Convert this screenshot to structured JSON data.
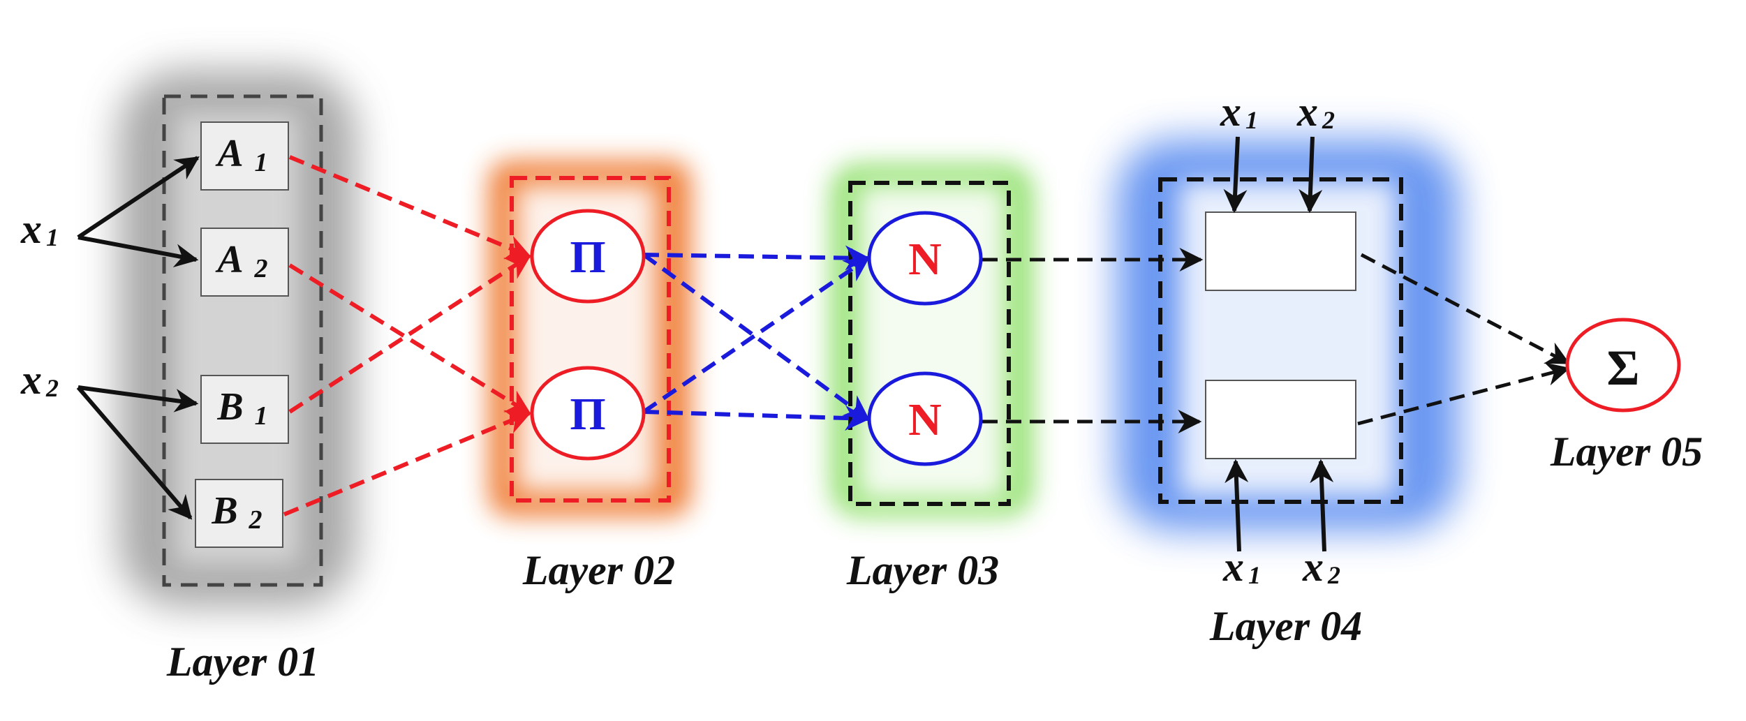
{
  "inputs": {
    "x1": {
      "main": "x",
      "sub": "1"
    },
    "x2": {
      "main": "x",
      "sub": "2"
    }
  },
  "layer1": {
    "label": "Layer 01",
    "nodes": [
      {
        "main": "A",
        "sub": "1"
      },
      {
        "main": "A",
        "sub": "2"
      },
      {
        "main": "B",
        "sub": "1"
      },
      {
        "main": "B",
        "sub": "2"
      }
    ]
  },
  "layer2": {
    "label": "Layer 02",
    "nodes": [
      "Π",
      "Π"
    ]
  },
  "layer3": {
    "label": "Layer 03",
    "nodes": [
      "N",
      "N"
    ]
  },
  "layer4": {
    "label": "Layer 04",
    "top_inputs": [
      {
        "main": "x",
        "sub": "1"
      },
      {
        "main": "x",
        "sub": "2"
      }
    ],
    "bottom_inputs": [
      {
        "main": "x",
        "sub": "1"
      },
      {
        "main": "x",
        "sub": "2"
      }
    ]
  },
  "layer5": {
    "label": "Layer 05",
    "node": "Σ"
  },
  "colors": {
    "red": "#ee1c24",
    "blue": "#1a1adc",
    "black": "#111111",
    "glow_gray": "#9a9a9a",
    "glow_orange": "#ef7a30",
    "glow_green": "#8fe06a",
    "glow_blue": "#5a8cf0"
  }
}
